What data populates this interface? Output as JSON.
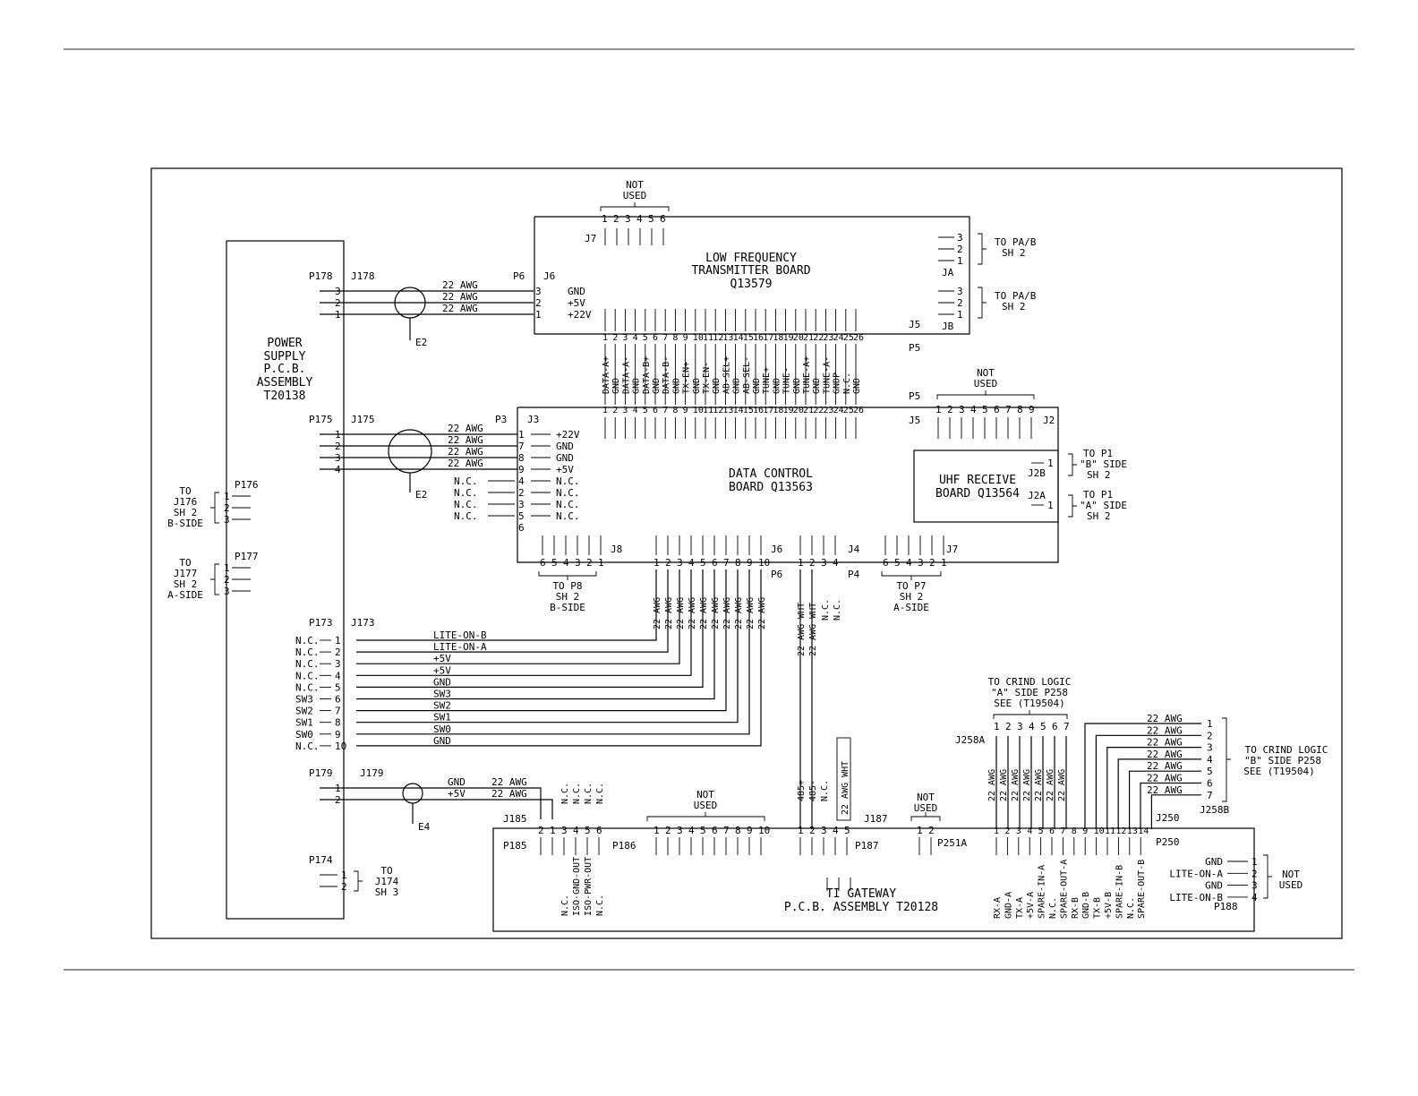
{
  "boards": {
    "power": [
      "POWER",
      "SUPPLY",
      "P.C.B.",
      "ASSEMBLY",
      "T20138"
    ],
    "lf": [
      "LOW FREQUENCY",
      "TRANSMITTER BOARD",
      "Q13579"
    ],
    "dc": [
      "DATA CONTROL",
      "BOARD Q13563"
    ],
    "uhf": [
      "UHF RECEIVE",
      "BOARD Q13564"
    ],
    "gw": [
      "TI GATEWAY",
      "P.C.B. ASSEMBLY T20128"
    ]
  },
  "e_labels": [
    "E2",
    "E2",
    "E4"
  ],
  "awg": "22 AWG",
  "awg_wht": "22 AWG WHT",
  "not_used": [
    "NOT",
    "USED"
  ],
  "p178": {
    "p": "P178",
    "j": "J178",
    "pins": [
      "3",
      "2",
      "1"
    ]
  },
  "p6j6": {
    "p": "P6",
    "j": "J6",
    "pins": [
      "3",
      "2",
      "1"
    ],
    "sigs": [
      "GND",
      "+5V",
      "+22V"
    ]
  },
  "j7top": {
    "name": "J7",
    "pins": [
      "1",
      "2",
      "3",
      "4",
      "5",
      "6"
    ]
  },
  "ja": {
    "name": "JA",
    "pins": [
      "3",
      "2",
      "1"
    ],
    "label": [
      "TO PA/B",
      "SH 2"
    ]
  },
  "jb": {
    "name": "JB",
    "pins": [
      "3",
      "2",
      "1"
    ],
    "label": [
      "TO PA/B",
      "SH 2"
    ]
  },
  "j5top": {
    "name": "J5",
    "p": "P5"
  },
  "lf_sigs": [
    "DATA-A+",
    "GND",
    "DATA-A-",
    "GND",
    "DATA-B+",
    "GND",
    "DATA-B-",
    "GND",
    "TX-EN+",
    "GND",
    "TX-EN-",
    "GND",
    "AB-SEL+",
    "GND",
    "AB-SEL-",
    "GND",
    "TUNE+",
    "GND",
    "TUNE-",
    "GND",
    "TUNE-A+",
    "GND",
    "TUNE-A-",
    "GNDP",
    "N.C.",
    "GND"
  ],
  "j5bot": {
    "name": "J5",
    "p": "P5"
  },
  "j2": {
    "name": "J2",
    "pins": [
      "1",
      "2",
      "3",
      "4",
      "5",
      "6",
      "7",
      "8",
      "9"
    ]
  },
  "p175": {
    "p": "P175",
    "j": "J175",
    "pins": [
      "1",
      "2",
      "3",
      "4"
    ]
  },
  "p3j3": {
    "p": "P3",
    "j": "J3",
    "pins": [
      "1",
      "7",
      "8",
      "9",
      "4",
      "2",
      "3",
      "5",
      "6"
    ],
    "sigs": [
      "+22V",
      "GND",
      "GND",
      "+5V",
      "N.C.",
      "N.C.",
      "N.C.",
      "N.C."
    ],
    "left": [
      "N.C.",
      "N.C.",
      "N.C.",
      "N.C."
    ]
  },
  "j2b": {
    "name": "J2B",
    "pin": "1",
    "label": [
      "TO P1",
      "\"B\" SIDE",
      "SH 2"
    ]
  },
  "j2a": {
    "name": "J2A",
    "pin": "1",
    "label": [
      "TO P1",
      "\"A\" SIDE",
      "SH 2"
    ]
  },
  "p176": {
    "name": "P176",
    "pins": [
      "1",
      "2",
      "3"
    ],
    "label": [
      "TO",
      "J176",
      "SH 2",
      "B-SIDE"
    ]
  },
  "p177": {
    "name": "P177",
    "pins": [
      "1",
      "2",
      "3"
    ],
    "label": [
      "TO",
      "J177",
      "SH 2",
      "A-SIDE"
    ]
  },
  "j8": {
    "name": "J8",
    "pins": [
      "6",
      "5",
      "4",
      "3",
      "2",
      "1"
    ],
    "label": [
      "TO P8",
      "SH 2",
      "B-SIDE"
    ]
  },
  "j6dc": {
    "name": "J6",
    "p": "P6",
    "pins": [
      "1",
      "2",
      "3",
      "4",
      "5",
      "6",
      "7",
      "8",
      "9",
      "10"
    ]
  },
  "j4": {
    "name": "J4",
    "p": "P4",
    "pins": [
      "1",
      "2",
      "3",
      "4"
    ],
    "nc": [
      "N.C.",
      "N.C."
    ]
  },
  "j7dc": {
    "name": "J7",
    "pins": [
      "6",
      "5",
      "4",
      "3",
      "2",
      "1"
    ],
    "label": [
      "TO P7",
      "SH 2",
      "A-SIDE"
    ]
  },
  "p173": {
    "p": "P173",
    "j": "J173",
    "pins": [
      "1",
      "2",
      "3",
      "4",
      "5",
      "6",
      "7",
      "8",
      "9",
      "10"
    ],
    "left": [
      "N.C.",
      "N.C.",
      "N.C.",
      "N.C.",
      "N.C.",
      "SW3",
      "SW2",
      "SW1",
      "SW0",
      "N.C."
    ],
    "sigs": [
      "LITE-ON-B",
      "LITE-ON-A",
      "+5V",
      "+5V",
      "GND",
      "SW3",
      "SW2",
      "SW1",
      "SW0",
      "GND"
    ]
  },
  "p179": {
    "p": "P179",
    "j": "J179",
    "pins": [
      "1",
      "2"
    ],
    "sigs": [
      "GND",
      "+5V"
    ]
  },
  "p174": {
    "p": "P174",
    "pins": [
      "1",
      "2"
    ],
    "label": [
      "TO",
      "J174",
      "SH 3"
    ]
  },
  "j185": {
    "j": "J185",
    "p": "P185",
    "pins": [
      "2",
      "1",
      "3",
      "4",
      "5",
      "6"
    ],
    "top": [
      "N.C.",
      "N.C.",
      "N.C.",
      "N.C."
    ],
    "sigs": [
      "N.C.",
      "ISO-GND-OUT",
      "ISO-PWR-OUT",
      "N.C."
    ]
  },
  "p186": {
    "name": "P186",
    "pins": [
      "1",
      "2",
      "3",
      "4",
      "5",
      "6",
      "7",
      "8",
      "9",
      "10"
    ]
  },
  "p187": {
    "j": "J187",
    "p": "P187",
    "pins": [
      "1",
      "2",
      "3",
      "4",
      "5"
    ],
    "sigs": [
      "485+",
      "485-",
      "N.C."
    ]
  },
  "p251a": {
    "name": "P251A",
    "pins": [
      "1",
      "2"
    ]
  },
  "crind_a": {
    "label": [
      "TO CRIND LOGIC",
      "\"A\" SIDE P258",
      "SEE (T19504)"
    ],
    "j": "J258A",
    "pins": [
      "1",
      "2",
      "3",
      "4",
      "5",
      "6",
      "7"
    ]
  },
  "crind_b": {
    "label": [
      "TO CRIND LOGIC",
      "\"B\" SIDE P258",
      "SEE (T19504)"
    ],
    "j": "J258B",
    "pins": [
      "1",
      "2",
      "3",
      "4",
      "5",
      "6",
      "7"
    ]
  },
  "p250": {
    "j": "J250",
    "p": "P250",
    "pins": [
      "1",
      "2",
      "3",
      "4",
      "5",
      "6",
      "7",
      "8",
      "9",
      "10",
      "11",
      "12",
      "13",
      "14"
    ],
    "sigs": [
      "RX-A",
      "GND-A",
      "TX-A",
      "+5V-A",
      "SPARE-IN-A",
      "N.C.",
      "SPARE-OUT-A",
      "RX-B",
      "GND-B",
      "TX-B",
      "+5V-B",
      "SPARE-IN-B",
      "N.C.",
      "SPARE-OUT-B"
    ]
  },
  "p188": {
    "name": "P188",
    "pins": [
      "1",
      "2",
      "3",
      "4"
    ],
    "sigs": [
      "GND",
      "LITE-ON-A",
      "GND",
      "LITE-ON-B"
    ]
  }
}
